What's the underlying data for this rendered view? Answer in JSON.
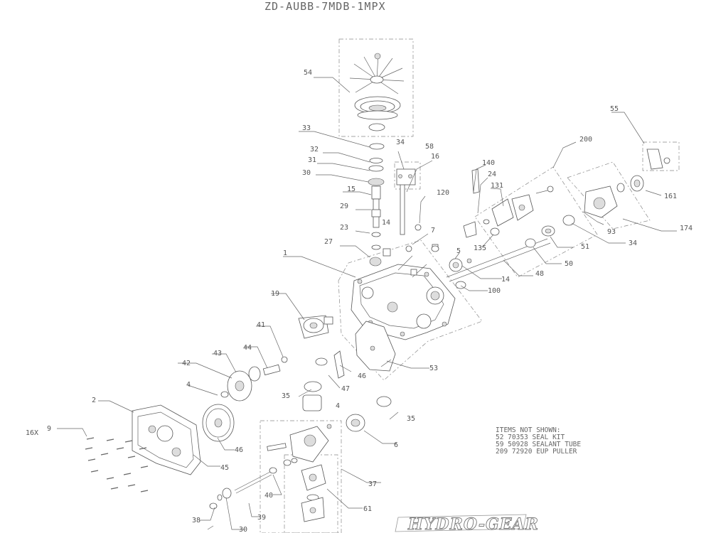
{
  "title": "ZD-AUBB-7MDB-1MPX",
  "notes": [
    "ITEMS NOT SHOWN:",
    "52 70353 SEAL KIT",
    "59 50928 SEALANT TUBE",
    "209 72920 EUP PULLER"
  ],
  "logo": "HYDRO-GEAR",
  "callouts": [
    "54",
    "33",
    "32",
    "31",
    "30",
    "15",
    "29",
    "23",
    "27",
    "34",
    "58",
    "16",
    "140",
    "24",
    "131",
    "120",
    "7",
    "135",
    "5",
    "14",
    "100",
    "200",
    "55",
    "161",
    "174",
    "93",
    "34",
    "51",
    "50",
    "48",
    "14",
    "1",
    "19",
    "41",
    "44",
    "43",
    "42",
    "4",
    "53",
    "46",
    "47",
    "35",
    "2",
    "9",
    "16X",
    "4",
    "35",
    "6",
    "46",
    "45",
    "37",
    "40",
    "61",
    "38",
    "39",
    "30"
  ]
}
